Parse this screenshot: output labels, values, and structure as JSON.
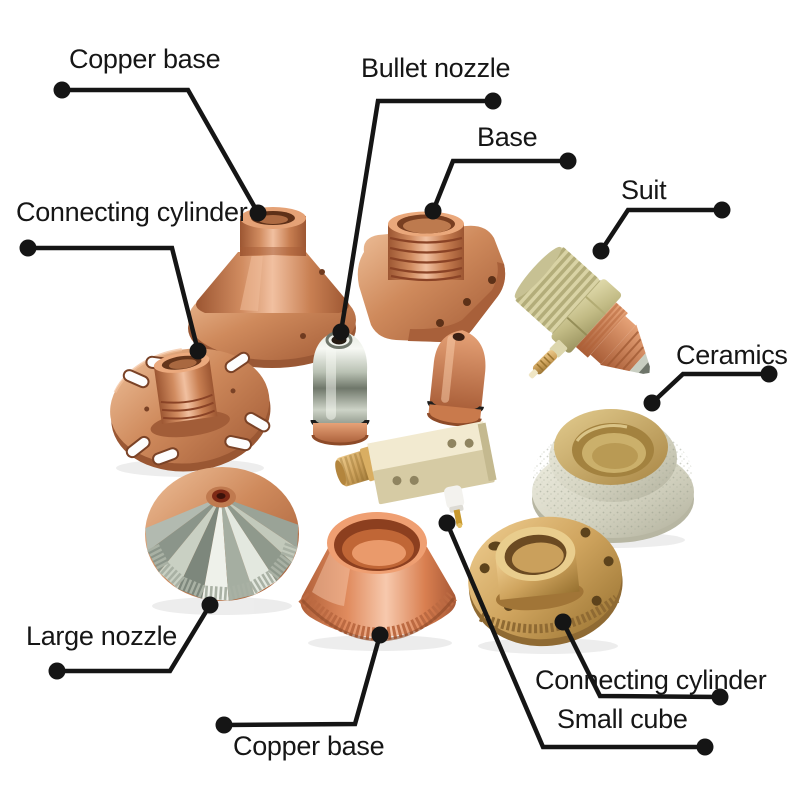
{
  "diagram": {
    "type": "annotated-product-photo",
    "background_color": "#ffffff",
    "leader_line_color": "#151515",
    "label_text_color": "#161616"
  },
  "annotations": [
    {
      "label": "Copper base",
      "target_part": "copper-base-top"
    },
    {
      "label": "Bullet nozzle",
      "target_part": "bullet-nozzle-silver"
    },
    {
      "label": "Base",
      "target_part": "base"
    },
    {
      "label": "Suit",
      "target_part": "suit"
    },
    {
      "label": "Ceramics",
      "target_part": "ceramics"
    },
    {
      "label": "Connecting cylinder",
      "target_part": "connecting-cylinder-left"
    },
    {
      "label": "Large nozzle",
      "target_part": "large-nozzle"
    },
    {
      "label": "Copper base",
      "target_part": "copper-base-bottom"
    },
    {
      "label": "Connecting cylinder",
      "target_part": "connecting-cylinder-right"
    },
    {
      "label": "Small cube",
      "target_part": "small-cube"
    }
  ],
  "parts": [
    {
      "name": "copper-base-top",
      "material": "copper",
      "color": "#c9875c"
    },
    {
      "name": "base",
      "material": "copper",
      "color": "#c9875c"
    },
    {
      "name": "bullet-nozzle-silver",
      "material": "chrome",
      "color": "#b8c0b2"
    },
    {
      "name": "bullet-nozzle-copper",
      "material": "copper",
      "color": "#c9875c"
    },
    {
      "name": "suit",
      "material": "brass-copper",
      "color": "#c5bc85"
    },
    {
      "name": "ceramics",
      "material": "ceramic-brass",
      "color": "#d9d7c5"
    },
    {
      "name": "connecting-cylinder-left",
      "material": "copper",
      "color": "#c9875c"
    },
    {
      "name": "large-nozzle",
      "material": "chrome-copper",
      "color": "#cdd4c8"
    },
    {
      "name": "copper-base-bottom",
      "material": "copper",
      "color": "#dd8a5e"
    },
    {
      "name": "connecting-cylinder-right",
      "material": "brass",
      "color": "#c99a55"
    },
    {
      "name": "small-cube",
      "material": "ceramic-brass",
      "color": "#e9dfbd"
    }
  ]
}
